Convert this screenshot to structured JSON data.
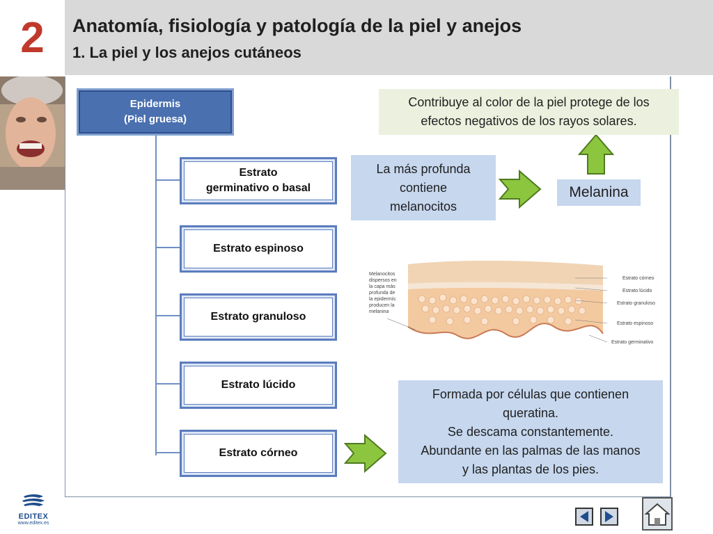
{
  "header": {
    "chapter_number": "2",
    "title": "Anatomía, fisiología y patología de la piel y anejos",
    "subtitle": "1. La piel y los anejos cutáneos"
  },
  "tree": {
    "root_line1": "Epidermis",
    "root_line2": "(Piel gruesa)",
    "strata": [
      {
        "label_line1": "Estrato",
        "label_line2": "germinativo o basal"
      },
      {
        "label_line1": "Estrato espinoso",
        "label_line2": ""
      },
      {
        "label_line1": "Estrato granuloso",
        "label_line2": ""
      },
      {
        "label_line1": "Estrato lúcido",
        "label_line2": ""
      },
      {
        "label_line1": "Estrato córneo",
        "label_line2": ""
      }
    ]
  },
  "info": {
    "basal_note_line1": "La más profunda",
    "basal_note_line2": "contiene",
    "basal_note_line3": "melanocitos",
    "melanina_label": "Melanina",
    "melanina_note_line1": "Contribuye al color de la piel protege de los",
    "melanina_note_line2": "efectos negativos de los rayos solares.",
    "corneo_note_line1": "Formada por células que contienen",
    "corneo_note_line2": "queratina.",
    "corneo_note_line3": "Se descama constantemente.",
    "corneo_note_line4": "Abundante en las palmas de las manos",
    "corneo_note_line5": "y las plantas de los pies."
  },
  "illustration": {
    "caption_lines": [
      "Melanocitos",
      "dispersos en",
      "la capa más",
      "profunda de",
      "la epidermis:",
      "producen la",
      "melanina"
    ],
    "labels": [
      "Estrato córneo",
      "Estrato lúcido",
      "Estrato granuloso",
      "Estrato espinoso",
      "Estrato germinativo"
    ]
  },
  "logo": {
    "name": "EDITEX",
    "url": "www.editex.es"
  },
  "colors": {
    "chapter_number": "#c0392b",
    "root_box": "#4a70b0",
    "stratum_border": "#5a7cbf",
    "info_blue": "#c6d7ee",
    "info_green": "#ebf1de",
    "arrow_green": "#8cc63f"
  },
  "icons": {
    "prev": "triangle-left-icon",
    "next": "triangle-right-icon",
    "home": "house-icon"
  }
}
